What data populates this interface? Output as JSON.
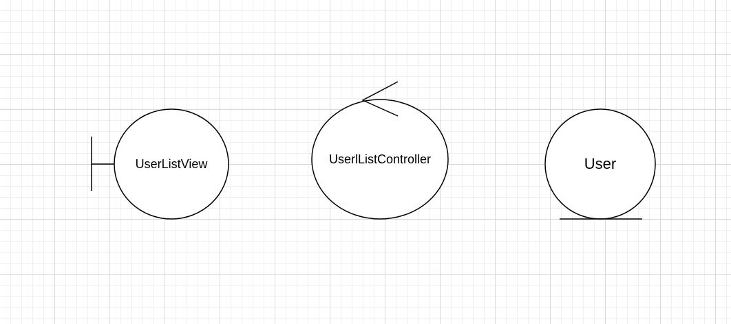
{
  "diagram": {
    "type": "uml-robustness",
    "elements": [
      {
        "kind": "boundary",
        "label": "UserListView"
      },
      {
        "kind": "control",
        "label": "UserlListController"
      },
      {
        "kind": "entity",
        "label": "User"
      }
    ]
  },
  "colors": {
    "stroke": "#000000",
    "fill": "#ffffff",
    "grid_major": "#d9d9d9",
    "grid_minor": "#efefef"
  }
}
